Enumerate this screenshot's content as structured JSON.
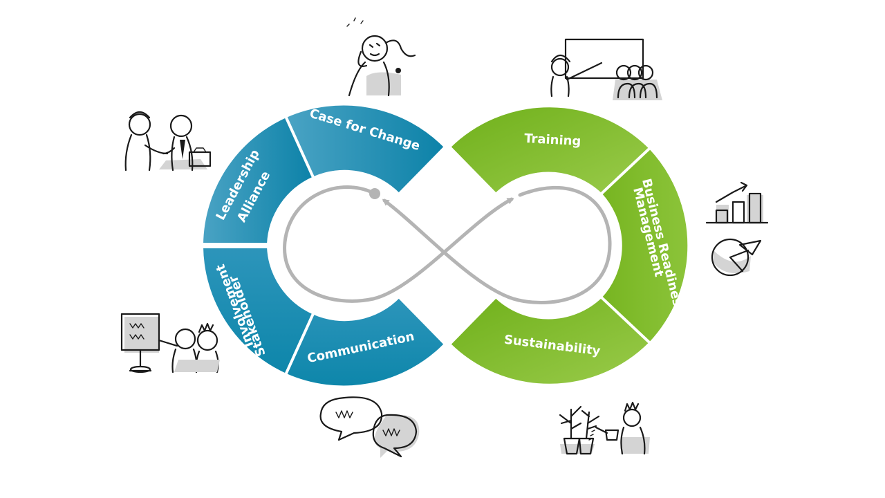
{
  "colors": {
    "blue_light": "#3f9cbf",
    "blue_dark": "#0d86aa",
    "green_dark": "#76b21e",
    "green_light": "#8ec63f",
    "path_gray": "#b4b4b4"
  },
  "segments": {
    "case_for_change": "Case for Change",
    "leadership_1": "Leadership",
    "leadership_2": "Alliance",
    "stakeholder_1": "Stakeholder",
    "stakeholder_2": "Involvement",
    "communication": "Communication",
    "training": "Training",
    "brm_1": "Business Readiness",
    "brm_2": "Management",
    "sustainability": "Sustainability"
  },
  "icons": [
    "presenter-icon",
    "handshake-icon",
    "flipchart-presenter-icon",
    "speech-bubbles-icon",
    "teacher-class-icon",
    "charts-icon",
    "gardener-icon"
  ]
}
